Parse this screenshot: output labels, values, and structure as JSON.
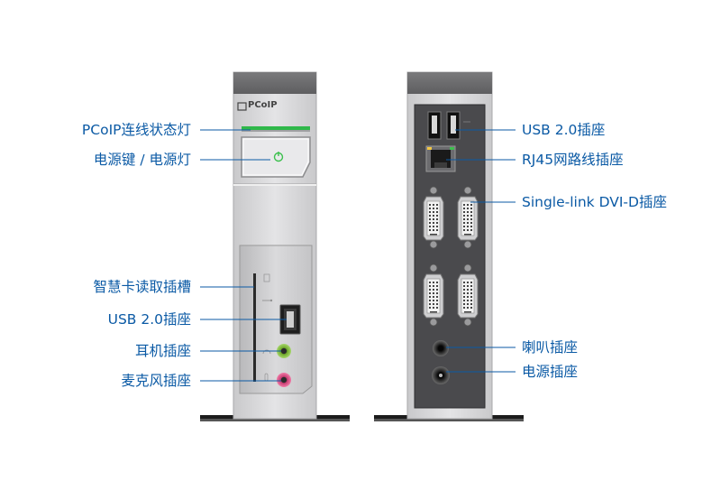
{
  "brand": {
    "logo_text": "PCoIP"
  },
  "front_labels": [
    {
      "id": "pcoip-led",
      "text": "PCoIP连线状态灯"
    },
    {
      "id": "power-button-led",
      "text": "电源键 / 电源灯"
    },
    {
      "id": "smartcard-slot",
      "text": "智慧卡读取插槽"
    },
    {
      "id": "front-usb",
      "text": "USB 2.0插座"
    },
    {
      "id": "headphone-jack",
      "text": "耳机插座"
    },
    {
      "id": "mic-jack",
      "text": "麦克风插座"
    }
  ],
  "rear_labels": [
    {
      "id": "rear-usb",
      "text": "USB 2.0插座"
    },
    {
      "id": "rj45",
      "text": "RJ45网路线插座"
    },
    {
      "id": "dvi",
      "text": "Single-link DVI-D插座"
    },
    {
      "id": "speaker-jack",
      "text": "喇叭插座"
    },
    {
      "id": "power-jack",
      "text": "电源插座"
    }
  ],
  "colors": {
    "label_blue": "#0b5aa5",
    "led_green": "#2fb84a",
    "headphone_green": "#8cc63f",
    "mic_pink": "#e0558a",
    "rear_panel": "#4a4a4d",
    "body_silver": "#d4d4d6"
  },
  "icons": [
    "power-icon",
    "usb-icon",
    "headphone-icon",
    "mic-icon"
  ]
}
